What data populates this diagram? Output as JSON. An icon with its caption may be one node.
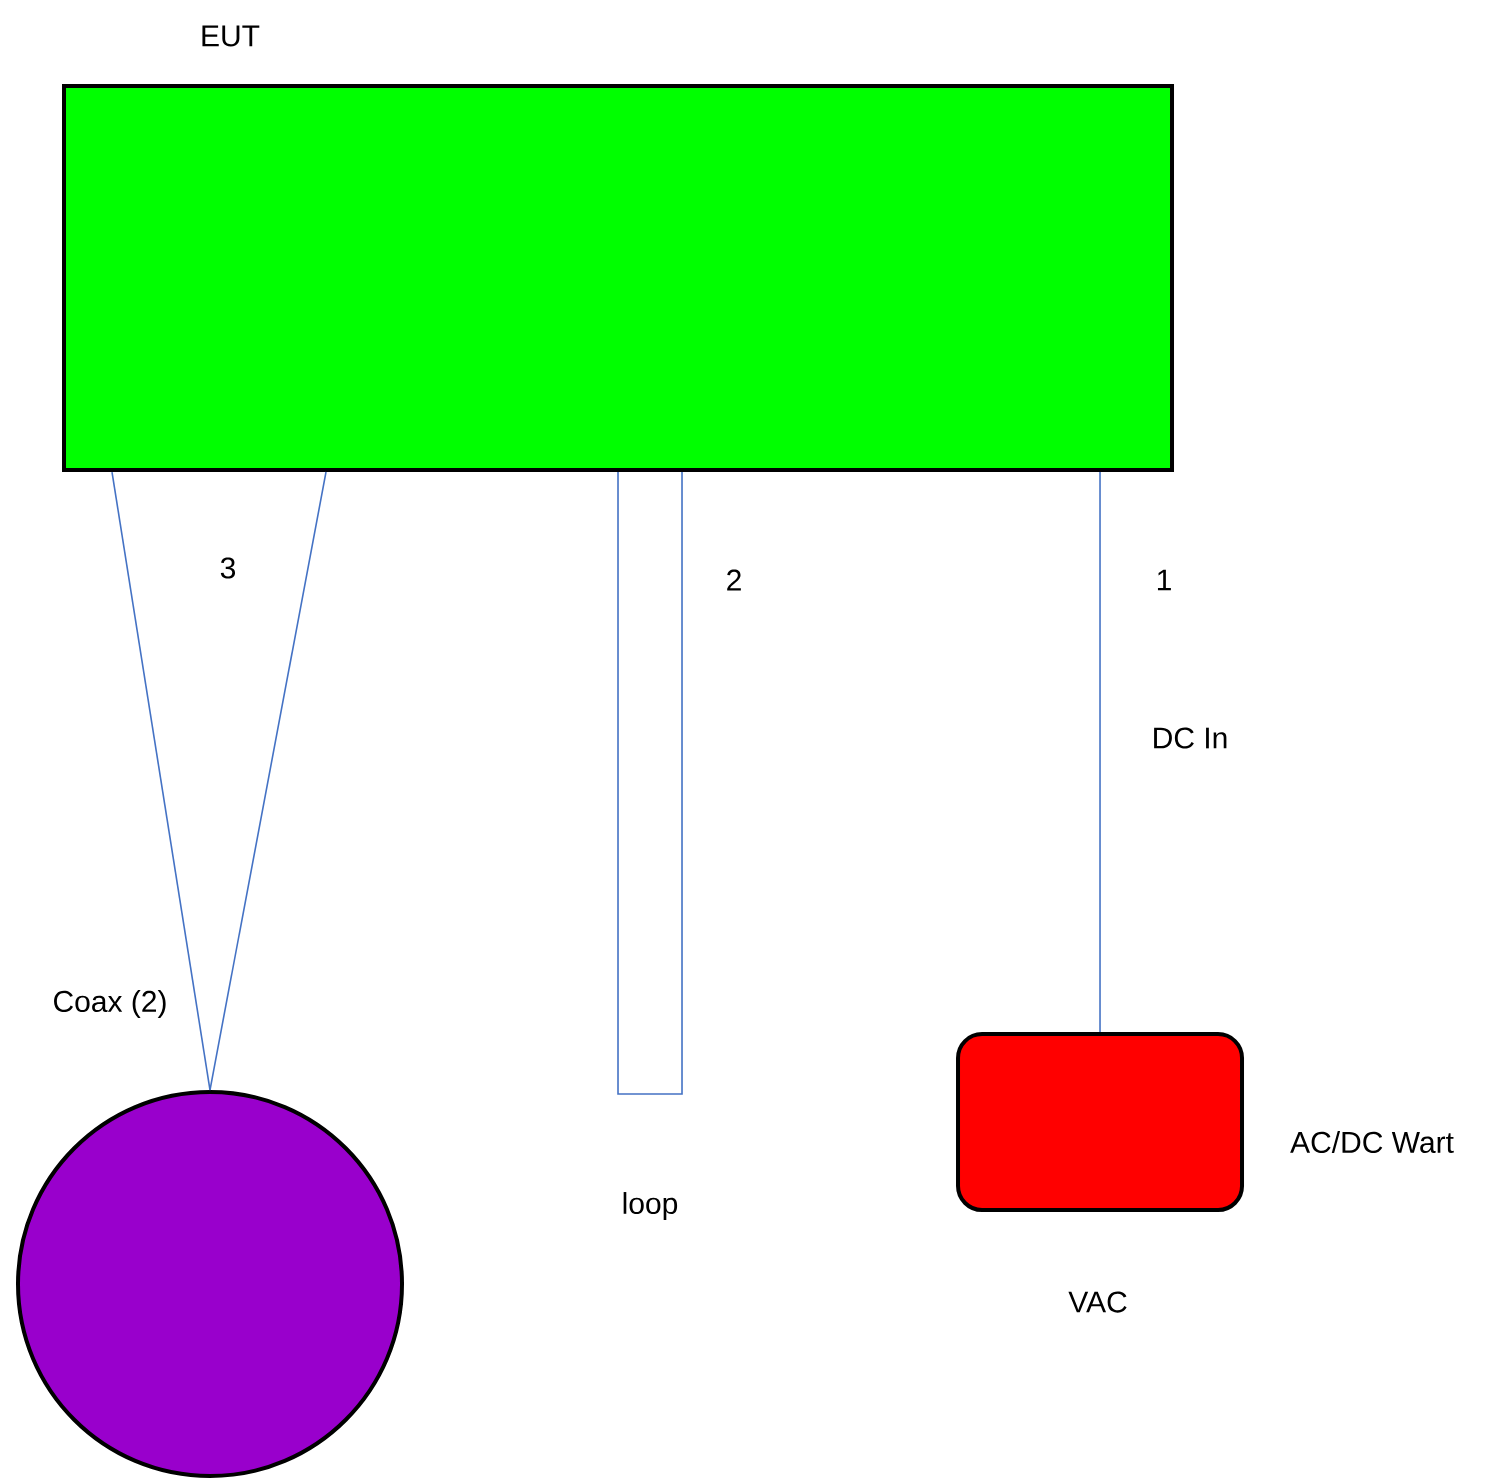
{
  "diagram": {
    "nodes": [
      {
        "text": [
          "EUT"
        ]
      },
      {
        "text": [],
        "shape": "circle"
      },
      {
        "text": [],
        "shape": "box",
        "beside": [
          "AC/DC Wart",
          "VAC"
        ]
      }
    ],
    "edges": [
      {
        "from": 0,
        "to": 1,
        "arrow": "none"
      },
      {
        "from": 0,
        "to": 1,
        "arrow": "none"
      },
      {
        "from": 0,
        "to": 2,
        "arrow": "none"
      }
    ],
    "labels": [
      "3",
      "2",
      "1",
      "DC In",
      "Coax (2)",
      "loop"
    ]
  }
}
